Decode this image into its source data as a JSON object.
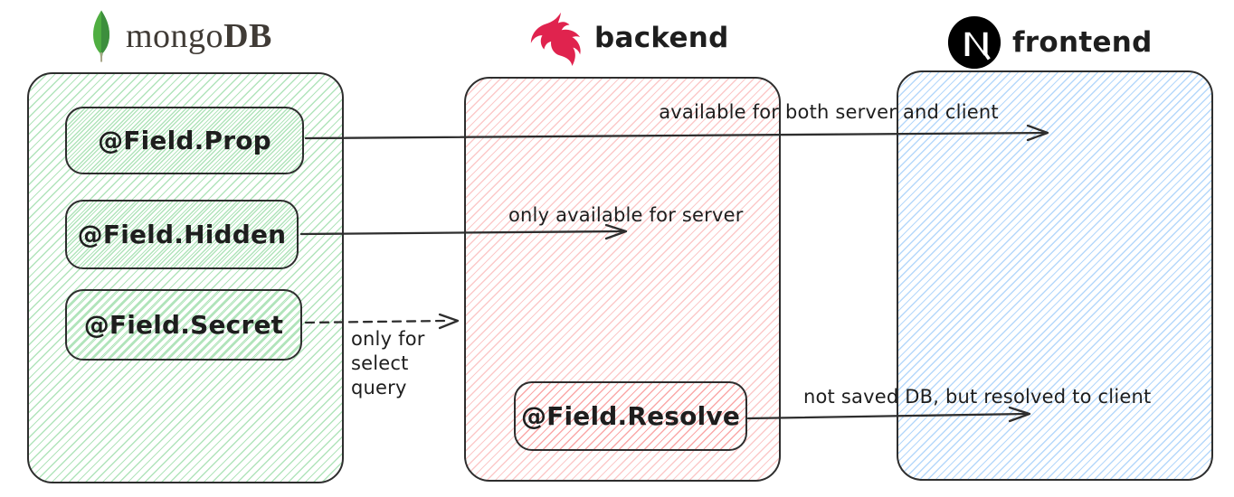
{
  "headers": [
    {
      "id": "mongodb",
      "icon": "mongodb-leaf-icon",
      "label": "mongoDB",
      "label_regular": "mongo",
      "label_bold": "DB"
    },
    {
      "id": "backend",
      "icon": "nestjs-icon",
      "label": "backend"
    },
    {
      "id": "frontend",
      "icon": "nextjs-icon",
      "label": "frontend"
    }
  ],
  "containers": {
    "mongodb": {
      "fields": [
        {
          "label": "@Field.Prop"
        },
        {
          "label": "@Field.Hidden"
        },
        {
          "label": "@Field.Secret"
        }
      ]
    },
    "backend": {
      "fields": [
        {
          "label": "@Field.Resolve"
        }
      ]
    },
    "frontend": {
      "fields": []
    }
  },
  "arrows": [
    {
      "id": "prop-to-frontend",
      "from": "@Field.Prop",
      "to": "frontend",
      "style": "solid",
      "label": "available for both server and client"
    },
    {
      "id": "hidden-to-backend",
      "from": "@Field.Hidden",
      "to": "backend",
      "style": "solid",
      "label": "only available for server"
    },
    {
      "id": "secret-select-query",
      "from": "@Field.Secret",
      "to": "backend",
      "style": "dashed",
      "label": "only for select query",
      "lines": [
        "only for",
        "select",
        "query"
      ]
    },
    {
      "id": "resolve-to-frontend",
      "from": "@Field.Resolve",
      "to": "frontend",
      "style": "solid",
      "label": "not saved DB, but resolved to client"
    }
  ],
  "colors": {
    "stroke": "#2e2e2e",
    "mongodb_hatch_green": "#52c468",
    "backend_hatch_red": "#f77878",
    "frontend_hatch_blue": "#6cb1f7",
    "nestjs_red": "#e0234e",
    "mongodb_leaf_green": "#4fae41",
    "mongodb_text": "#403b36",
    "nextjs_black": "#000000"
  }
}
